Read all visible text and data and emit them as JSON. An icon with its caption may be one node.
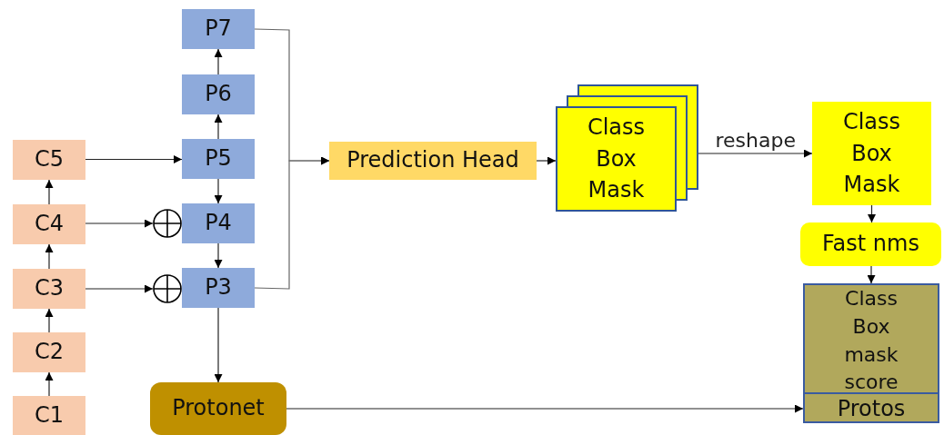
{
  "diagram": {
    "nodes": [
      {
        "text": [
          "C1"
        ]
      },
      {
        "text": [
          "C2"
        ]
      },
      {
        "text": [
          "C3"
        ]
      },
      {
        "text": [
          "C4"
        ]
      },
      {
        "text": [
          "C5"
        ]
      },
      {
        "text": [
          "P7"
        ]
      },
      {
        "text": [
          "P6"
        ]
      },
      {
        "text": [
          "P5"
        ]
      },
      {
        "text": [
          "P4"
        ]
      },
      {
        "text": [
          "P3"
        ]
      },
      {
        "text": [],
        "shape": "circle"
      },
      {
        "text": [],
        "shape": "circle"
      },
      {
        "text": [
          "Prediction Head"
        ]
      },
      {
        "text": [
          "Class",
          "Box",
          "Mask"
        ]
      },
      {
        "text": [
          "Class",
          "Box",
          "Mask"
        ]
      },
      {
        "text": [
          "Fast nms"
        ]
      },
      {
        "text": [
          "Class",
          "Box",
          "mask",
          "score"
        ]
      },
      {
        "text": [
          "Protos"
        ],
        "in": 16
      },
      {
        "text": [
          "Protonet"
        ]
      }
    ],
    "edges": [
      {
        "from": 0,
        "to": 1,
        "arrow": "to"
      },
      {
        "from": 1,
        "to": 2,
        "arrow": "to"
      },
      {
        "from": 2,
        "to": 3,
        "arrow": "to"
      },
      {
        "from": 3,
        "to": 4,
        "arrow": "to"
      },
      {
        "from": 4,
        "to": 7,
        "arrow": "to"
      },
      {
        "from": 3,
        "to": 10,
        "arrow": "to"
      },
      {
        "from": 2,
        "to": 11,
        "arrow": "to"
      },
      {
        "from": 7,
        "to": 6,
        "arrow": "to"
      },
      {
        "from": 6,
        "to": 5,
        "arrow": "to"
      },
      {
        "from": 7,
        "to": 8,
        "arrow": "to"
      },
      {
        "from": 8,
        "to": 9,
        "arrow": "to"
      },
      {
        "from": 9,
        "to": 18,
        "arrow": "to"
      },
      {
        "from": 5,
        "to": 12,
        "arrow": "to"
      },
      {
        "from": 9,
        "to": 12,
        "arrow": "to"
      },
      {
        "from": 12,
        "to": 13,
        "arrow": "to"
      },
      {
        "from": 13,
        "to": 14,
        "arrow": "to",
        "label": "reshape"
      },
      {
        "from": 14,
        "to": 15,
        "arrow": "to"
      },
      {
        "from": 15,
        "to": 16,
        "arrow": "to"
      },
      {
        "from": 18,
        "to": 17,
        "arrow": "to"
      }
    ]
  }
}
